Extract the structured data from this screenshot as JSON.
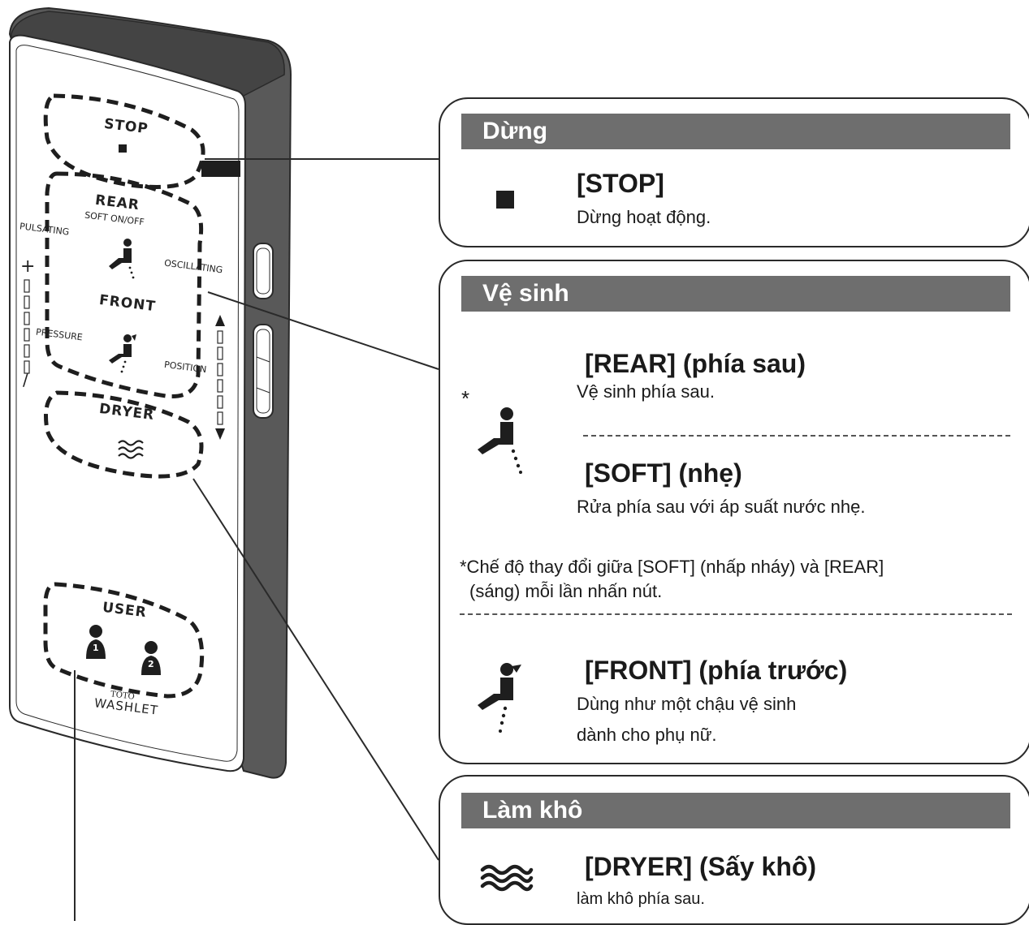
{
  "remote": {
    "stop_label": "STOP",
    "rear_label": "REAR",
    "soft_label": "SOFT ON/OFF",
    "pulsating_label": "PULSATING",
    "oscillating_label": "OSCILLATING",
    "front_label": "FRONT",
    "pressure_label": "PRESSURE",
    "position_label": "POSITION",
    "plus_label": "+",
    "minus_label": "/",
    "dryer_label": "DRYER",
    "user_label": "USER",
    "user1": "1",
    "user2": "2",
    "brand_small": "TOTO",
    "brand": "WASHLET",
    "body_color": "#595959"
  },
  "stop_section": {
    "header": "Dừng",
    "title": "[STOP]",
    "desc": "Dừng hoạt động."
  },
  "clean_section": {
    "header": "Vệ sinh",
    "asterisk": "*",
    "rear_title": "[REAR] (phía sau)",
    "rear_desc": "Vệ sinh phía sau.",
    "soft_title": "[SOFT] (nhẹ)",
    "soft_desc": "Rửa phía sau với áp suất nước nhẹ.",
    "note_line1": "*Chế độ thay đổi giữa [SOFT] (nhấp nháy) và [REAR]",
    "note_line2": "(sáng) mỗi lần nhấn nút.",
    "front_title": "[FRONT] (phía trước)",
    "front_desc_line1": "Dùng như một chậu vệ sinh",
    "front_desc_line2": "dành cho phụ nữ."
  },
  "dry_section": {
    "header": "Làm khô",
    "title": "[DRYER] (Sấy khô)",
    "desc": "làm khô phía sau."
  },
  "colors": {
    "header_bg": "#6e6e6e",
    "outline": "#2a2a2a"
  }
}
